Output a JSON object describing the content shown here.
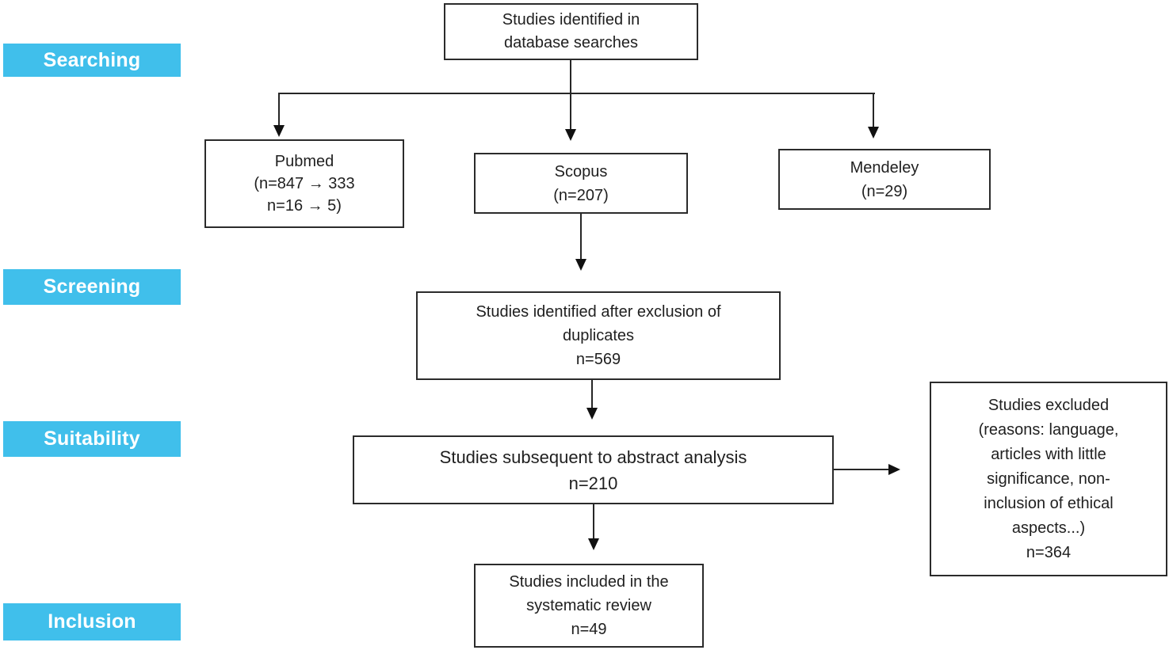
{
  "colors": {
    "accent_blue": "#40bfeb",
    "box_border": "#2b2b2b",
    "line_color": "#262626",
    "label_text": "#ffffff",
    "box_text": "#1f1f1f"
  },
  "stages": {
    "searching": "Searching",
    "screening": "Screening",
    "suitability": "Suitability",
    "inclusion": "Inclusion"
  },
  "boxes": {
    "identified": "Studies identified in\ndatabase searches",
    "pubmed": "Pubmed\n(n=847 → 333\nn=16 → 5)",
    "scopus": "Scopus\n(n=207)",
    "mendeley": "Mendeley\n(n=29)",
    "duplicates": "Studies identified after exclusion of\nduplicates\nn=569",
    "abstract": "Studies subsequent to abstract analysis\nn=210",
    "excluded": "Studies excluded\n(reasons: language,\narticles with little\nsignificance, non-\ninclusion of ethical\naspects...)\nn=364",
    "included": "Studies included in the\nsystematic review\nn=49"
  },
  "counts": {
    "pubmed_initial": 847,
    "pubmed_after": 333,
    "pubmed_secondary_initial": 16,
    "pubmed_secondary_after": 5,
    "scopus": 207,
    "mendeley": 29,
    "after_duplicates": 569,
    "abstract_analysis": 210,
    "excluded": 364,
    "included": 49
  }
}
